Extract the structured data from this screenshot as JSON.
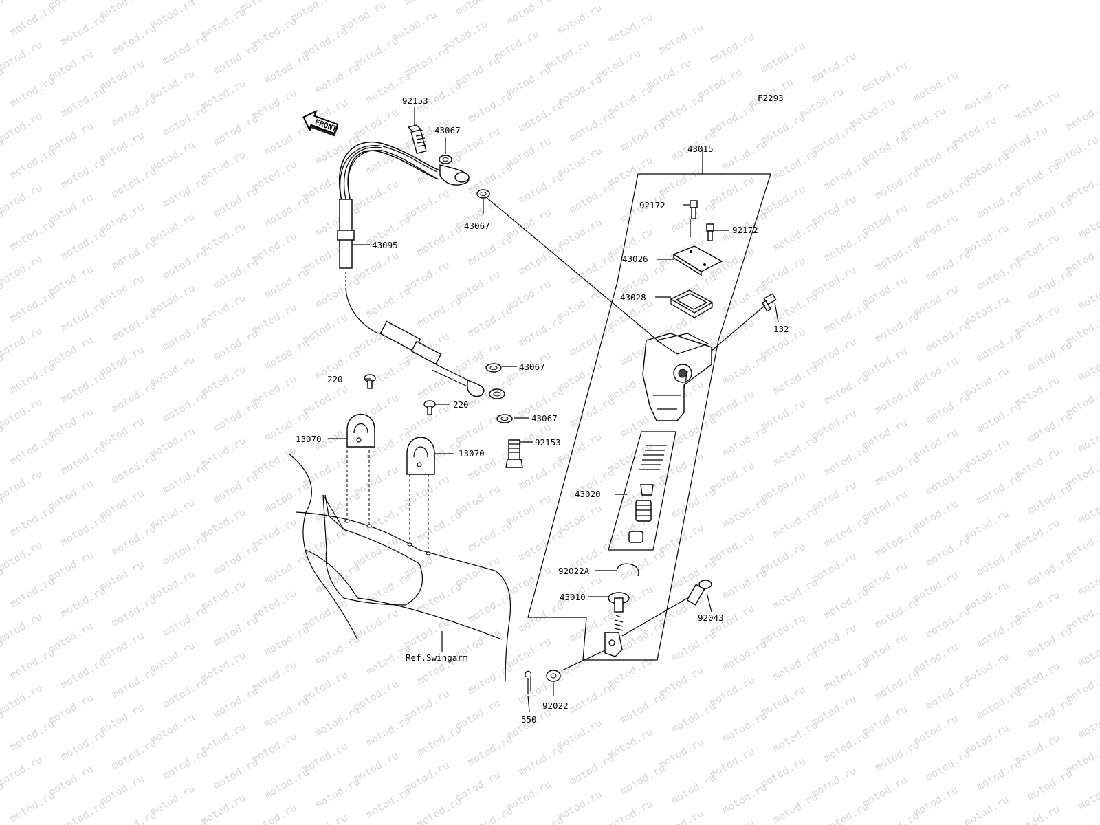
{
  "watermark": {
    "text": "motod.ru"
  },
  "figure_code": "F2293",
  "front_arrow": {
    "label": "FRONT"
  },
  "reference": {
    "label": "Ref.Swingarm"
  },
  "callouts": {
    "c92153_top": "92153",
    "c43067_top": "43067",
    "c43067_b": "43067",
    "c43095": "43095",
    "c43015": "43015",
    "c92172_a": "92172",
    "c92172_b": "92172",
    "c43026": "43026",
    "c43028": "43028",
    "c132": "132",
    "c43067_c": "43067",
    "c43067_d": "43067",
    "c220_a": "220",
    "c220_b": "220",
    "c13070_a": "13070",
    "c13070_b": "13070",
    "c92153_bot": "92153",
    "c43020": "43020",
    "c92022A": "92022A",
    "c43010": "43010",
    "c92043": "92043",
    "c92022": "92022",
    "c550": "550"
  }
}
